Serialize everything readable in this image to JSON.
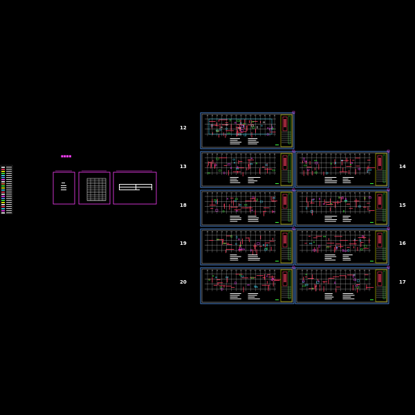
{
  "drawing": {
    "background": "#000000",
    "colors": {
      "frame": "#ff40ff",
      "sheet_border": "#5aa0ff",
      "title_block": "#ffff00",
      "wall": "#ff4060",
      "axis": "#e8e8e8",
      "green": "#40ff40",
      "cyan": "#40e0ff"
    },
    "sheet_numbers": {
      "s12": "12",
      "s13": "13",
      "s14": "14",
      "s15": "15",
      "s16": "16",
      "s17": "17",
      "s18": "18",
      "s19": "19",
      "s20": "20"
    },
    "cover": {
      "title": "",
      "panel_labels": [
        "",
        "",
        ""
      ]
    }
  }
}
